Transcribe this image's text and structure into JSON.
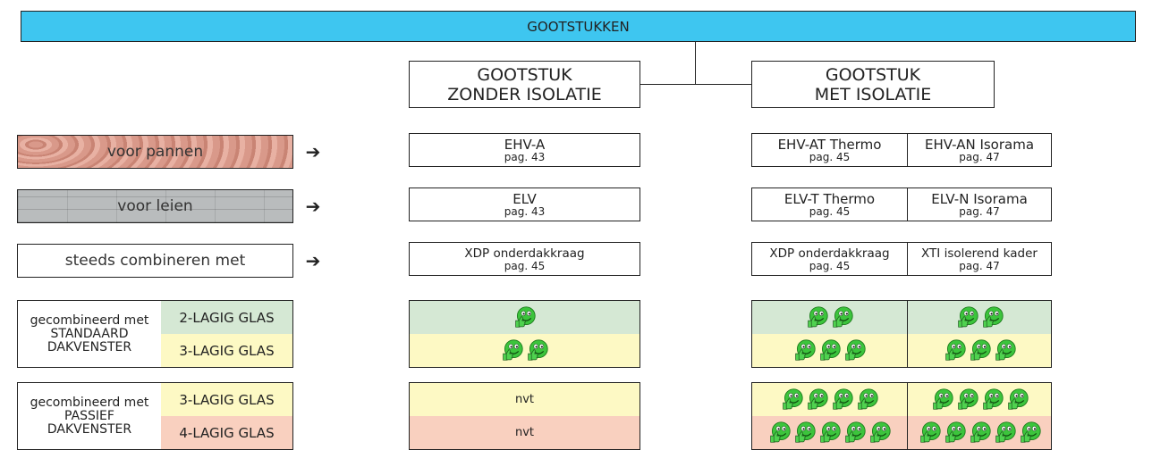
{
  "title": "GOOTSTUKKEN",
  "columns": {
    "without": "GOOTSTUK\nZONDER ISOLATIE",
    "with": "GOOTSTUK\nMET ISOLATIE",
    "without_line1": "GOOTSTUK",
    "without_line2": "ZONDER ISOLATIE",
    "with_line1": "GOOTSTUK",
    "with_line2": "MET ISOLATIE"
  },
  "arrow": "➔",
  "rows": {
    "pannen": {
      "label": "voor pannen",
      "without": {
        "name": "EHV-A",
        "page": "pag. 43"
      },
      "with_a": {
        "name": "EHV-AT Thermo",
        "page": "pag. 45"
      },
      "with_b": {
        "name": "EHV-AN Isorama",
        "page": "pag. 47"
      }
    },
    "leien": {
      "label": "voor leien",
      "without": {
        "name": "ELV",
        "page": "pag. 43"
      },
      "with_a": {
        "name": "ELV-T Thermo",
        "page": "pag. 45"
      },
      "with_b": {
        "name": "ELV-N Isorama",
        "page": "pag. 47"
      }
    },
    "combine": {
      "label": "steeds combineren met",
      "without": {
        "name": "XDP onderdakkraag",
        "page": "pag. 45"
      },
      "with_a": {
        "name": "XDP onderdakkraag",
        "page": "pag. 45"
      },
      "with_b": {
        "name": "XTI isolerend kader",
        "page": "pag. 47"
      }
    }
  },
  "standard": {
    "label_line1": "gecombineerd met",
    "label_line2": "STANDAARD",
    "label_line3": "DAKVENSTER",
    "glas1": "2-LAGIG GLAS",
    "glas2": "3-LAGIG GLAS",
    "ratings": {
      "without": [
        1,
        2
      ],
      "with_a": [
        2,
        3
      ],
      "with_b": [
        2,
        3
      ]
    }
  },
  "passive": {
    "label_line1": "gecombineerd met",
    "label_line2": "PASSIEF",
    "label_line3": "DAKVENSTER",
    "glas1": "3-LAGIG GLAS",
    "glas2": "4-LAGIG GLAS",
    "without1": "nvt",
    "without2": "nvt",
    "ratings": {
      "with_a": [
        4,
        5
      ],
      "with_b": [
        4,
        5
      ]
    }
  },
  "colors": {
    "header": "#3ec6f0",
    "green": "#d5e8d4",
    "yellow": "#fdf9c4",
    "red": "#f9d0bf",
    "smiley": "#3cc43c"
  },
  "icons": {
    "rating": "thumbs-up-smiley-icon",
    "arrow": "right-arrow-icon"
  }
}
